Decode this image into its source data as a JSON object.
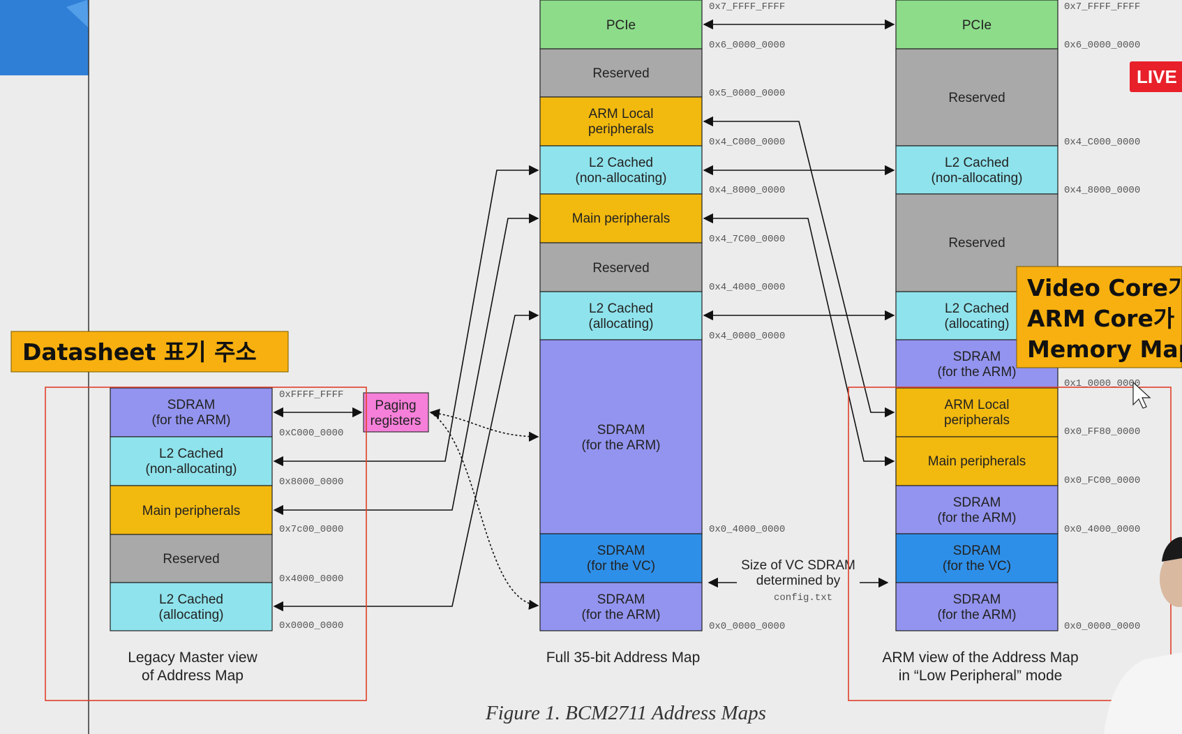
{
  "figure_caption": "Figure 1. BCM2711 Address Maps",
  "colors": {
    "green": "#8ddc8a",
    "gray": "#a9a9a9",
    "yellow": "#f2b90f",
    "cyan": "#8fe3ec",
    "purple": "#9394ef",
    "blue": "#2e8fe8",
    "pink": "#f57fd9",
    "annotation_box": "#f7b00f",
    "red_frame": "#e0402a",
    "live_badge": "#e8202a"
  },
  "legacy_map": {
    "caption": [
      "Legacy Master view",
      "of Address Map"
    ],
    "blocks": [
      {
        "label": [
          "SDRAM",
          "(for the ARM)"
        ],
        "color": "purple"
      },
      {
        "label": [
          "L2 Cached",
          "(non-allocating)"
        ],
        "color": "cyan"
      },
      {
        "label": [
          "Main peripherals"
        ],
        "color": "yellow"
      },
      {
        "label": [
          "Reserved"
        ],
        "color": "gray"
      },
      {
        "label": [
          "L2 Cached",
          "(allocating)"
        ],
        "color": "cyan"
      }
    ],
    "addresses": [
      "0xFFFF_FFFF",
      "0xC000_0000",
      "0x8000_0000",
      "0x7c00_0000",
      "0x4000_0000",
      "0x0000_0000"
    ]
  },
  "paging_registers": [
    "Paging",
    "registers"
  ],
  "full_map": {
    "caption": [
      "Full 35-bit Address Map"
    ],
    "blocks": [
      {
        "label": [
          "PCIe"
        ],
        "color": "green"
      },
      {
        "label": [
          "Reserved"
        ],
        "color": "gray"
      },
      {
        "label": [
          "ARM Local",
          "peripherals"
        ],
        "color": "yellow"
      },
      {
        "label": [
          "L2 Cached",
          "(non-allocating)"
        ],
        "color": "cyan"
      },
      {
        "label": [
          "Main peripherals"
        ],
        "color": "yellow"
      },
      {
        "label": [
          "Reserved"
        ],
        "color": "gray"
      },
      {
        "label": [
          "L2 Cached",
          "(allocating)"
        ],
        "color": "cyan"
      },
      {
        "label": [
          "SDRAM",
          "(for the ARM)"
        ],
        "color": "purple"
      },
      {
        "label": [
          "SDRAM",
          "(for the VC)"
        ],
        "color": "blue"
      },
      {
        "label": [
          "SDRAM",
          "(for the ARM)"
        ],
        "color": "purple"
      }
    ],
    "addresses": [
      "0x7_FFFF_FFFF",
      "0x6_0000_0000",
      "0x5_0000_0000",
      "0x4_C000_0000",
      "0x4_8000_0000",
      "0x4_7C00_0000",
      "0x4_4000_0000",
      "0x4_0000_0000",
      "0x0_4000_0000",
      "0x0_0000_0000"
    ]
  },
  "arm_map": {
    "caption": [
      "ARM view of the Address Map",
      "in “Low Peripheral” mode"
    ],
    "blocks": [
      {
        "label": [
          "PCIe"
        ],
        "color": "green"
      },
      {
        "label": [
          "Reserved"
        ],
        "color": "gray"
      },
      {
        "label": [
          "L2 Cached",
          "(non-allocating)"
        ],
        "color": "cyan"
      },
      {
        "label": [
          "Reserved"
        ],
        "color": "gray"
      },
      {
        "label": [
          "L2 Cached",
          "(allocating)"
        ],
        "color": "cyan"
      },
      {
        "label": [
          "SDRAM",
          "(for the ARM)"
        ],
        "color": "purple"
      },
      {
        "label": [
          "ARM Local",
          "peripherals"
        ],
        "color": "yellow"
      },
      {
        "label": [
          "Main peripherals"
        ],
        "color": "yellow"
      },
      {
        "label": [
          "SDRAM",
          "(for the ARM)"
        ],
        "color": "purple"
      },
      {
        "label": [
          "SDRAM",
          "(for the VC)"
        ],
        "color": "blue"
      },
      {
        "label": [
          "SDRAM",
          "(for the ARM)"
        ],
        "color": "purple"
      }
    ],
    "addresses": [
      "0x7_FFFF_FFFF",
      "0x6_0000_0000",
      "0x4_C000_0000",
      "0x4_8000_0000",
      "0x1_0000_0000",
      "0x0_FF80_0000",
      "0x0_FC00_0000",
      "0x0_4000_0000",
      "0x0_0000_0000"
    ]
  },
  "vc_sdram_note": [
    "Size of VC SDRAM",
    "determined by",
    "config.txt"
  ],
  "annotation_datasheet": "Datasheet 표기 주소",
  "annotation_right": [
    "Video Core가",
    "ARM Core가",
    "Memory Map"
  ],
  "live_badge": "LIVE"
}
